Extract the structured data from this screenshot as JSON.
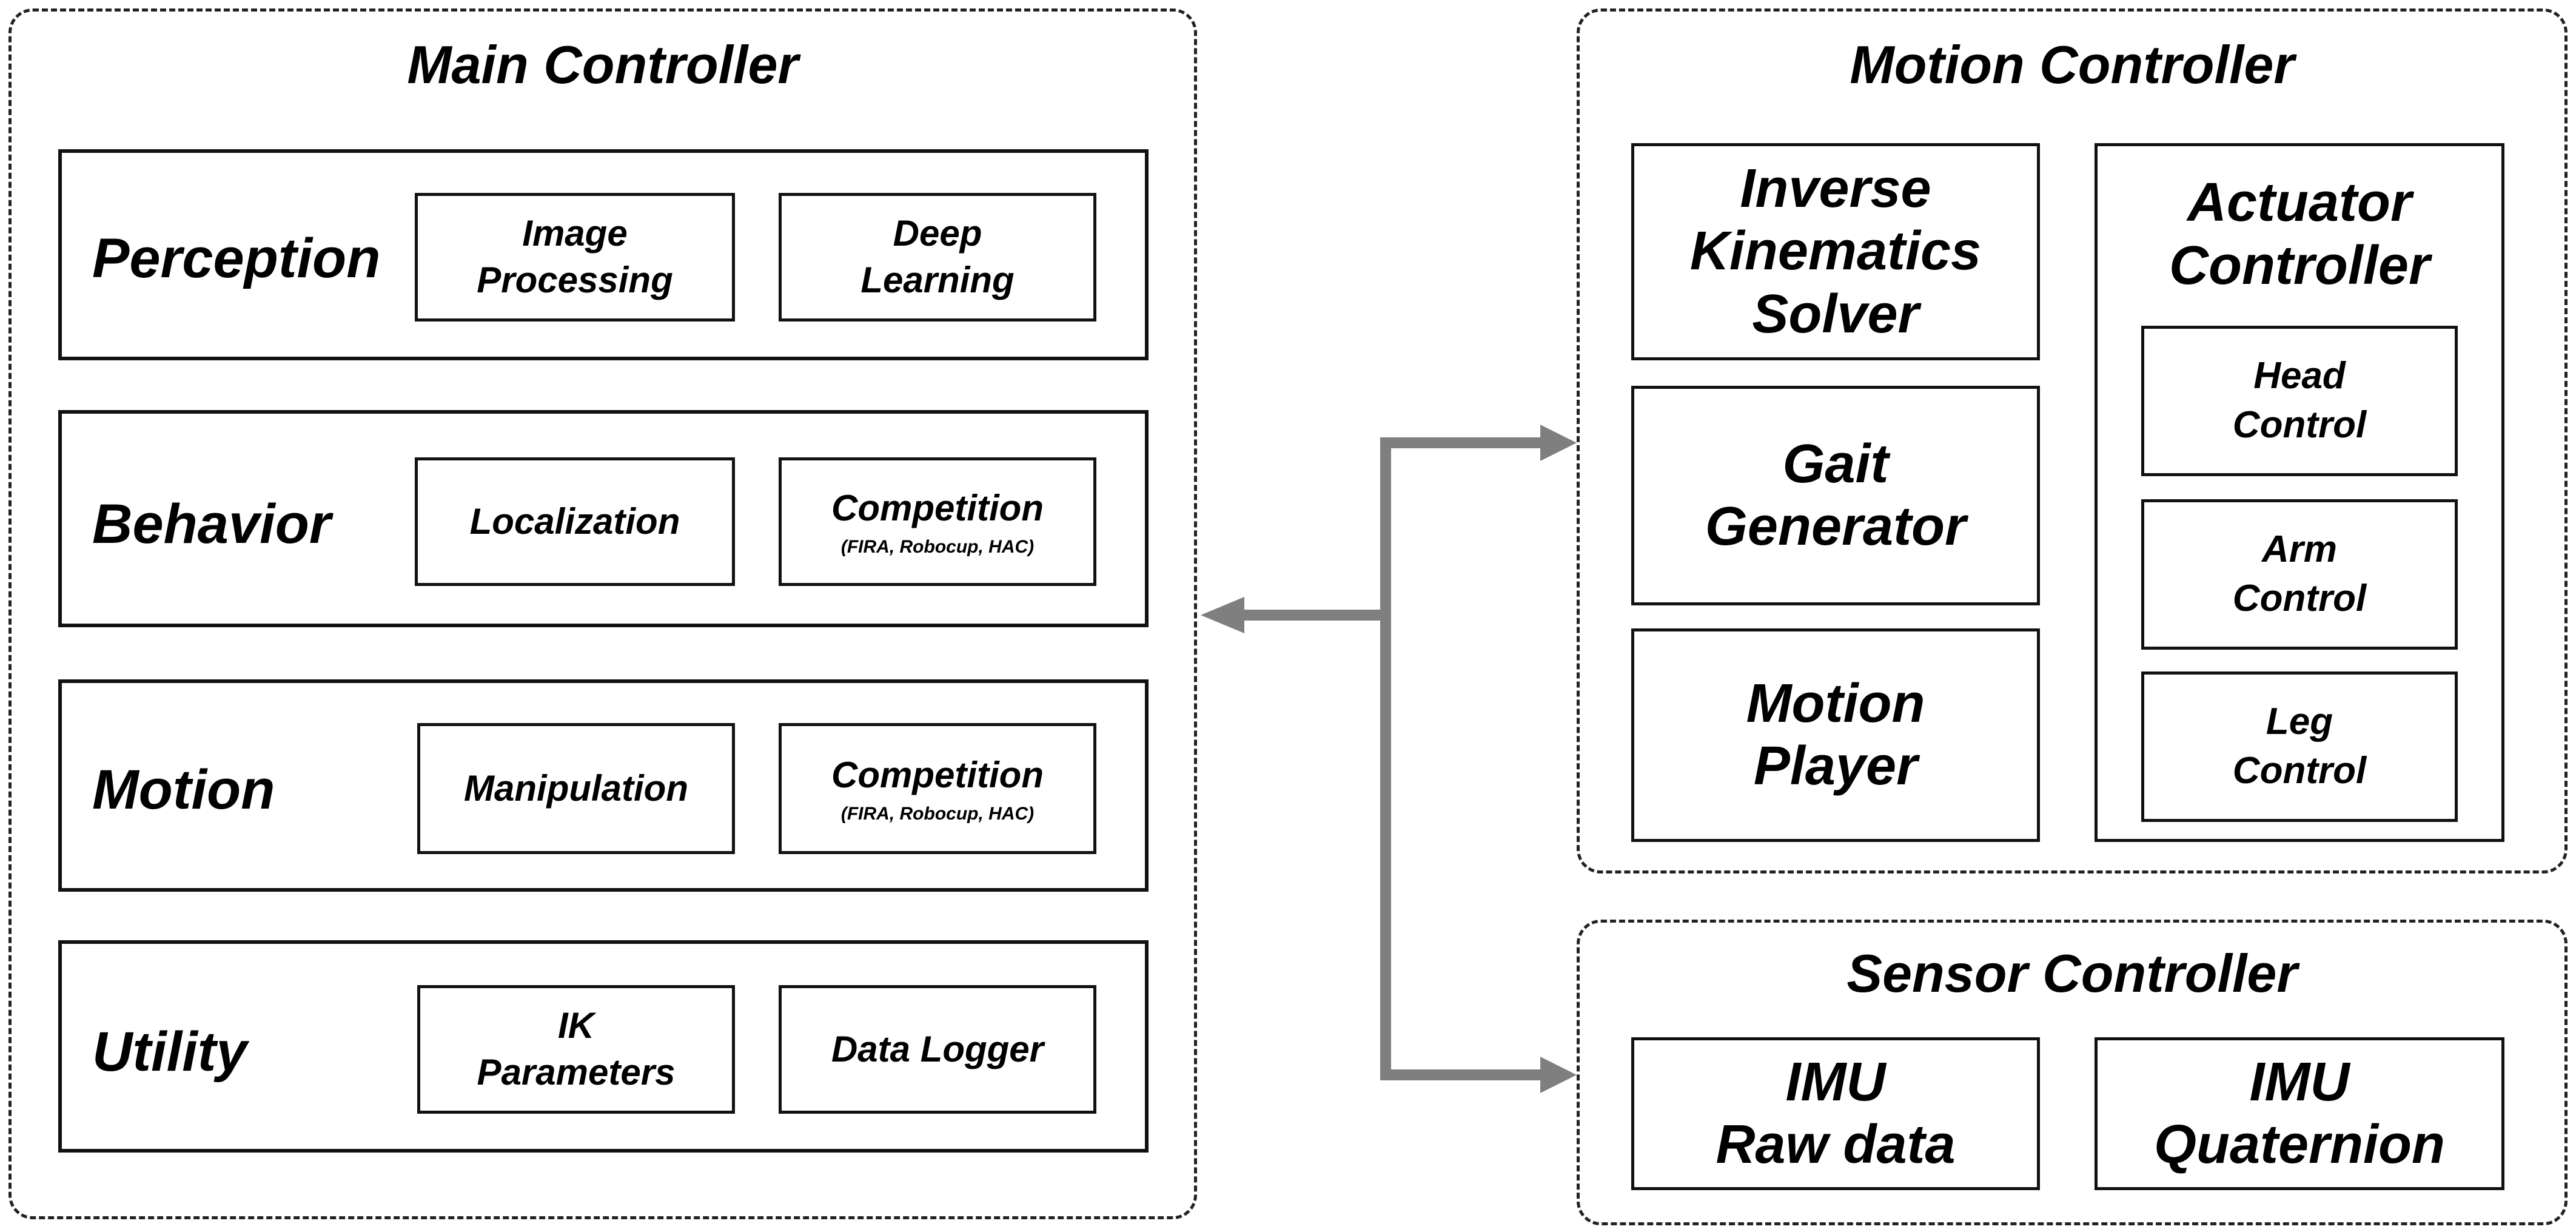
{
  "main_controller": {
    "title": "Main Controller",
    "rows": [
      {
        "label": "Perception",
        "items": [
          {
            "text": "Image\nProcessing",
            "sub": ""
          },
          {
            "text": "Deep\nLearning",
            "sub": ""
          }
        ]
      },
      {
        "label": "Behavior",
        "items": [
          {
            "text": "Localization",
            "sub": ""
          },
          {
            "text": "Competition",
            "sub": "(FIRA, Robocup, HAC)"
          }
        ]
      },
      {
        "label": "Motion",
        "items": [
          {
            "text": "Manipulation",
            "sub": ""
          },
          {
            "text": "Competition",
            "sub": "(FIRA, Robocup, HAC)"
          }
        ]
      },
      {
        "label": "Utility",
        "items": [
          {
            "text": "IK\nParameters",
            "sub": ""
          },
          {
            "text": "Data Logger",
            "sub": ""
          }
        ]
      }
    ]
  },
  "motion_controller": {
    "title": "Motion Controller",
    "ik_solver": "Inverse\nKinematics\nSolver",
    "gait_generator": "Gait\nGenerator",
    "motion_player": "Motion\nPlayer",
    "actuator_controller": {
      "title": "Actuator\nController",
      "items": [
        "Head\nControl",
        "Arm\nControl",
        "Leg\nControl"
      ]
    }
  },
  "sensor_controller": {
    "title": "Sensor Controller",
    "items": [
      "IMU\nRaw data",
      "IMU\nQuaternion"
    ]
  },
  "colors": {
    "arrow": "#7f7f7f",
    "border": "#111111"
  }
}
